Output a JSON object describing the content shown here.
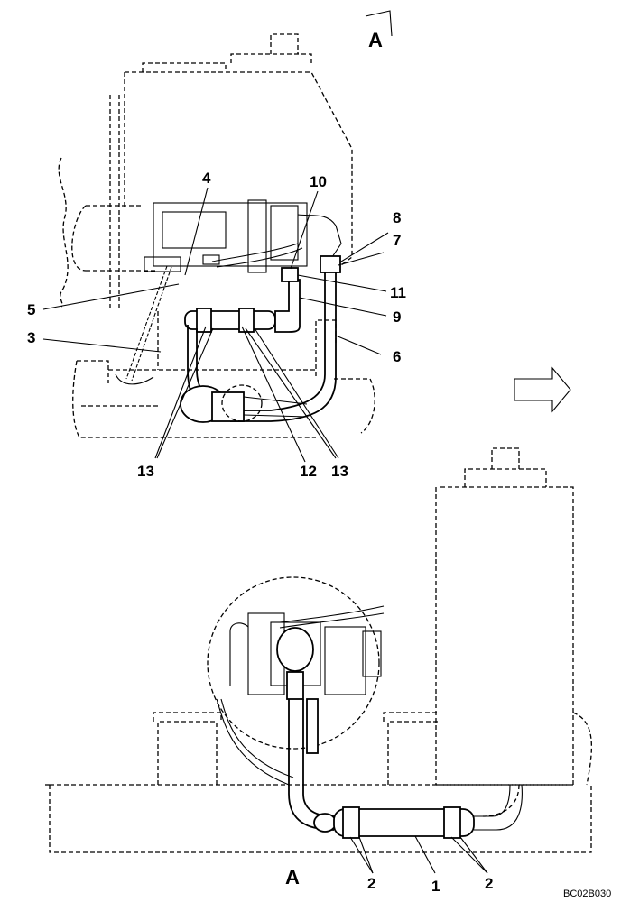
{
  "view_marker_top": "A",
  "view_label_bottom": "A",
  "drawing_code": "BC02B030",
  "part_numbers": {
    "p1": "1",
    "p2a": "2",
    "p2b": "2",
    "p3": "3",
    "p4": "4",
    "p5": "5",
    "p6": "6",
    "p7": "7",
    "p8": "8",
    "p9": "9",
    "p10": "10",
    "p11": "11",
    "p12": "12",
    "p13a": "13",
    "p13b": "13"
  }
}
